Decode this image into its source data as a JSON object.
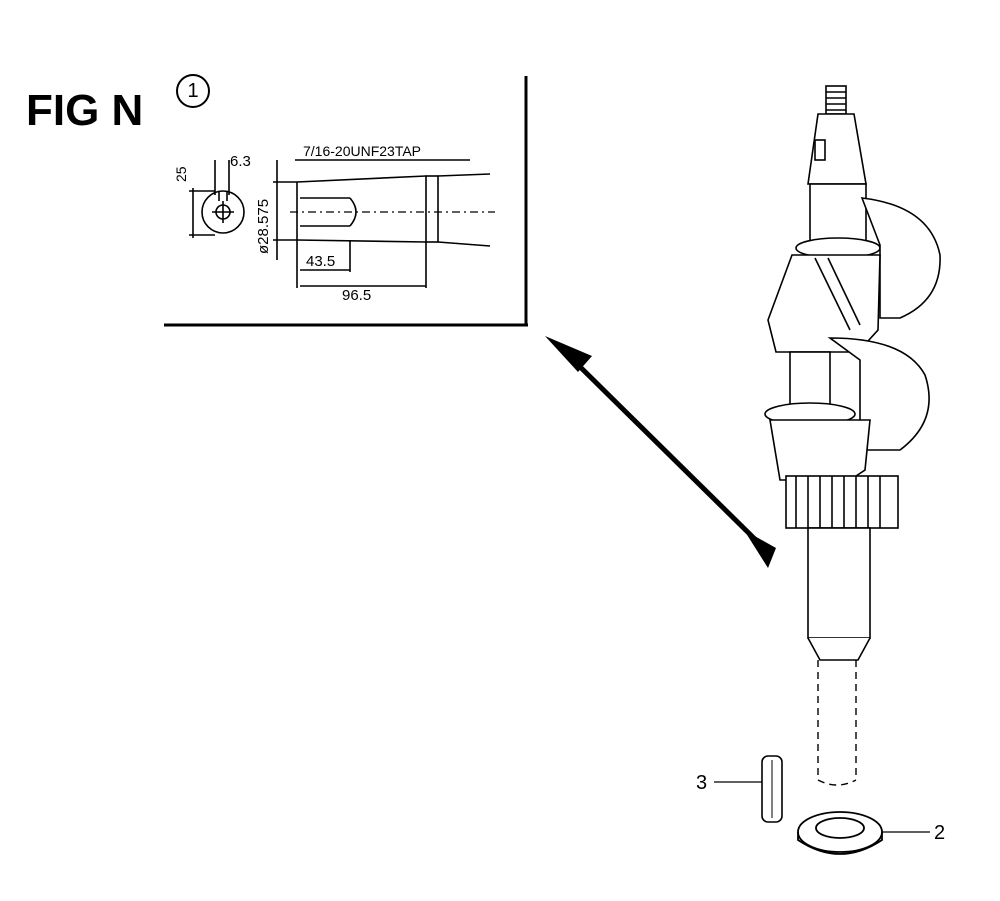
{
  "figure": {
    "title": "FIG N",
    "detail_callout": "1"
  },
  "detail": {
    "dim_keyway_width": "6.3",
    "dim_keyway_depth": "25",
    "dim_shaft_diameter": "ø28.575",
    "dim_thread_spec": "7/16-20UNF23TAP",
    "dim_taper_length": "43.5",
    "dim_total_length": "96.5"
  },
  "parts": {
    "label_2": "2",
    "label_3": "3"
  }
}
